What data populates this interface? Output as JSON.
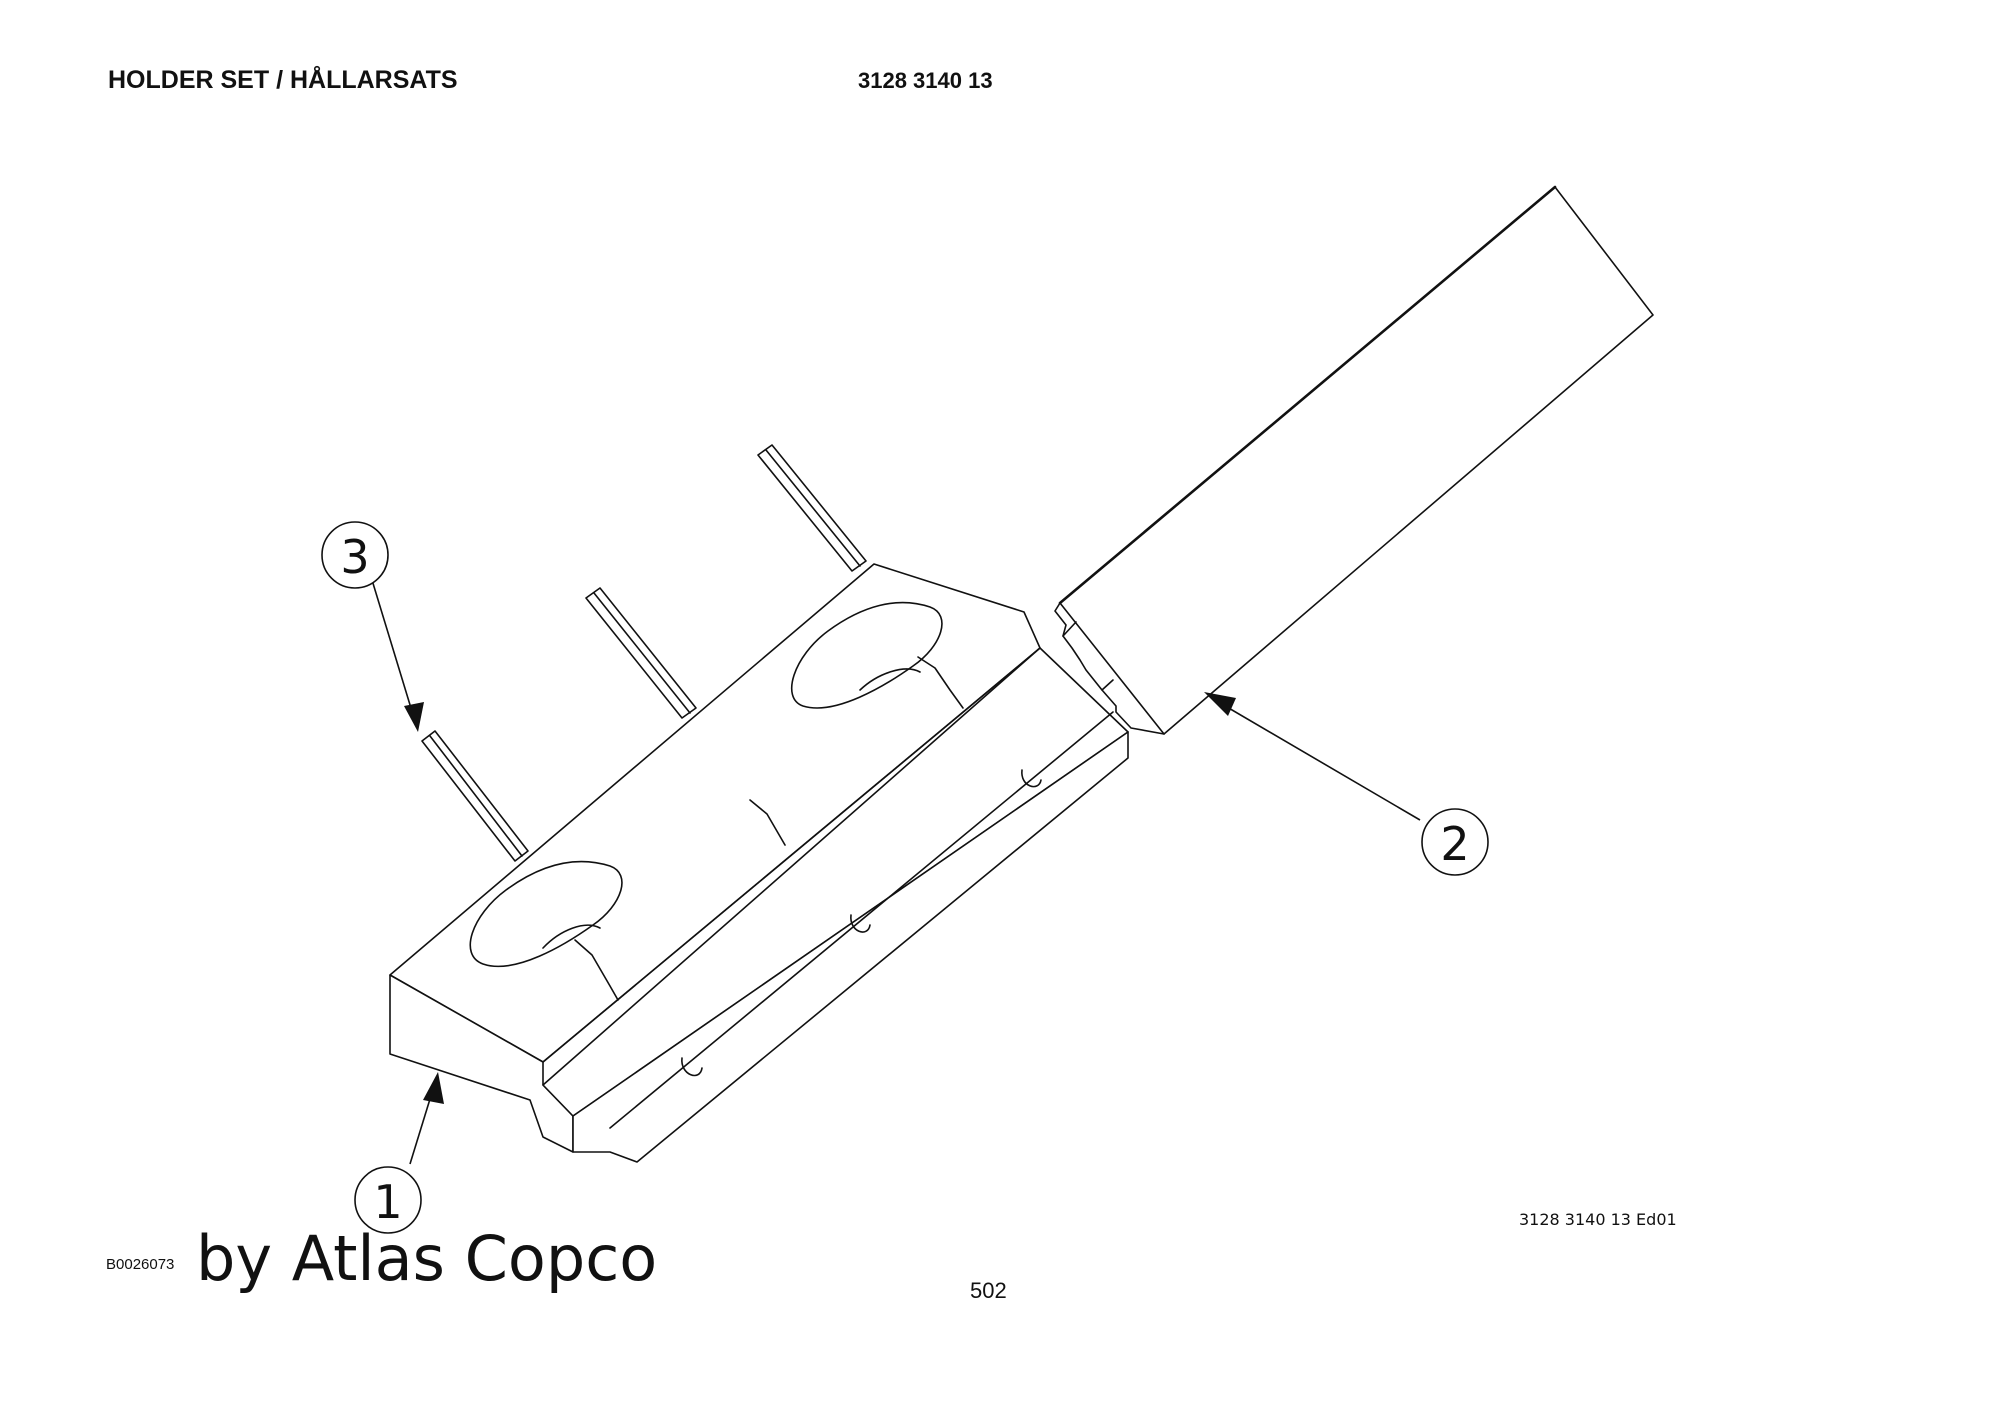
{
  "header": {
    "title": "HOLDER SET / HÅLLARSATS",
    "part_number": "3128 3140 13"
  },
  "footer": {
    "edition": "3128 3140 13 Ed01",
    "image_id": "B0026073",
    "watermark": "by Atlas Copco",
    "page_number": "502"
  },
  "callouts": [
    {
      "number": "1",
      "part": "holder-block"
    },
    {
      "number": "2",
      "part": "bar"
    },
    {
      "number": "3",
      "part": "pin"
    }
  ]
}
